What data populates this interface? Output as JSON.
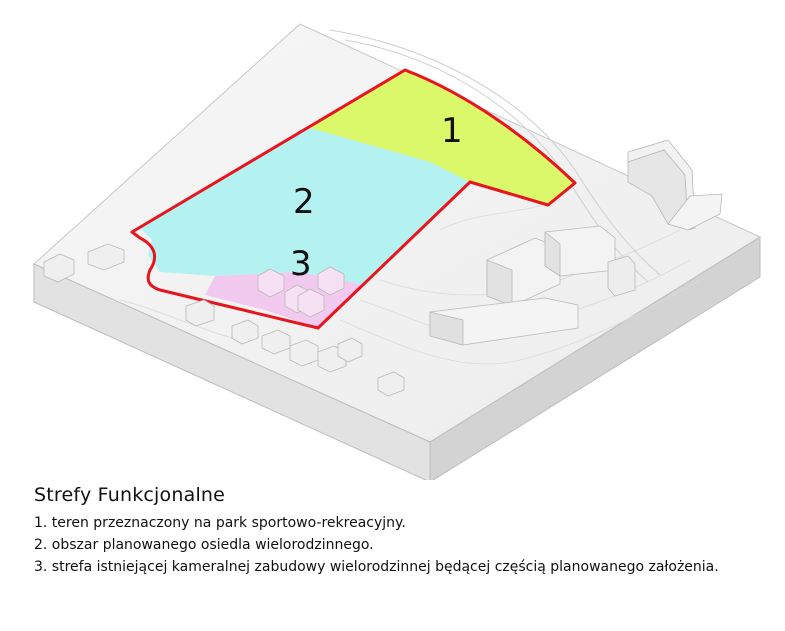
{
  "zones": [
    {
      "id": "1",
      "label": "1",
      "color": "#dbf76a"
    },
    {
      "id": "2",
      "label": "2",
      "color": "#b3f2f1"
    },
    {
      "id": "3",
      "label": "3",
      "color": "#f2c9ef"
    }
  ],
  "boundary_color": "#e8141e",
  "legend": {
    "title": "Strefy Funkcjonalne",
    "items": [
      "1. teren przeznaczony na park sportowo-rekreacyjny.",
      "2. obszar planowanego osiedla wielorodzinnego.",
      "3. strefa istniejącej kameralnej zabudowy wielorodzinnej będącej częścią planowanego założenia."
    ]
  }
}
